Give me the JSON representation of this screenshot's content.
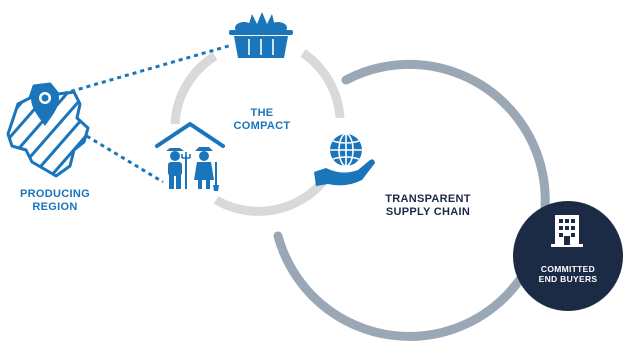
{
  "diagram": {
    "compact_label": [
      "THE",
      "COMPACT"
    ],
    "region_label": [
      "PRODUCING",
      "REGION"
    ],
    "supply_chain_label": [
      "TRANSPARENT",
      "SUPPLY CHAIN"
    ],
    "buyers_label": [
      "COMMITTED",
      "END BUYERS"
    ]
  },
  "colors": {
    "blue": "#1a75bb",
    "navy": "#1c2b45",
    "light_gray": "#d9d9d9",
    "slate_gray": "#9aa8b6",
    "white": "#ffffff"
  },
  "icons": [
    "map-pin-icon",
    "region-map-icon",
    "food-basket-icon",
    "farmers-icon",
    "globe-hand-icon",
    "building-icon"
  ]
}
